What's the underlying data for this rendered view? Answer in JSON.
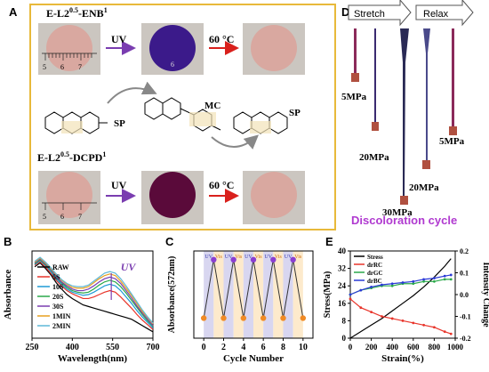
{
  "panel_a": {
    "label": "A",
    "top_sample": "E-L2",
    "top_sup": "0.5",
    "top_suffix": "-ENB",
    "top_sup2": "1",
    "bottom_sample": "E-L2",
    "bottom_sup": "0.5",
    "bottom_suffix": "-DCPD",
    "bottom_sup2": "1",
    "uv": "UV",
    "heat": "60 °C",
    "sp_left": "SP",
    "mc": "MC",
    "sp_right": "SP",
    "ruler_ticks": [
      "5",
      "6",
      "7"
    ],
    "colors": {
      "pink": "#d9a8a0",
      "violet": "#3b1a8a",
      "magenta": "#5a0a3a",
      "frame": "#e8b93a",
      "arrow_uv": "#7a3db0",
      "arrow_heat": "#d9201c"
    }
  },
  "panel_d": {
    "label": "D",
    "stretch": "Stretch",
    "relax": "Relax",
    "stresses": [
      "5MPa",
      "20MPa",
      "30MPa",
      "20MPa",
      "5MPa"
    ],
    "caption": "Discoloration cycle"
  },
  "chart_data": [
    {
      "panel": "B",
      "type": "line",
      "xlabel": "Wavelength(nm)",
      "ylabel": "Absorbance",
      "xlim": [
        250,
        700
      ],
      "x_ticks": [
        "250",
        "400",
        "550",
        "700"
      ],
      "annotation": "UV",
      "legend": "top-left",
      "x": [
        260,
        280,
        300,
        320,
        340,
        360,
        380,
        400,
        420,
        440,
        460,
        480,
        500,
        520,
        540,
        560,
        580,
        600,
        620,
        640,
        660,
        680,
        700
      ],
      "series": [
        {
          "name": "RAW",
          "color": "#000000",
          "values": [
            0.9,
            0.95,
            0.88,
            0.8,
            0.7,
            0.62,
            0.55,
            0.5,
            0.46,
            0.42,
            0.4,
            0.38,
            0.36,
            0.34,
            0.32,
            0.3,
            0.28,
            0.26,
            0.24,
            0.2,
            0.16,
            0.12,
            0.08
          ]
        },
        {
          "name": "5S",
          "color": "#e8342a",
          "values": [
            0.92,
            0.97,
            0.9,
            0.82,
            0.73,
            0.66,
            0.6,
            0.56,
            0.53,
            0.5,
            0.5,
            0.52,
            0.55,
            0.58,
            0.6,
            0.58,
            0.52,
            0.45,
            0.38,
            0.3,
            0.23,
            0.17,
            0.11
          ]
        },
        {
          "name": "10S",
          "color": "#1f9ad6",
          "values": [
            0.93,
            0.98,
            0.92,
            0.84,
            0.75,
            0.68,
            0.62,
            0.58,
            0.56,
            0.54,
            0.55,
            0.58,
            0.62,
            0.66,
            0.68,
            0.66,
            0.6,
            0.52,
            0.44,
            0.35,
            0.27,
            0.2,
            0.13
          ]
        },
        {
          "name": "20S",
          "color": "#2aa84a",
          "values": [
            0.94,
            0.99,
            0.93,
            0.86,
            0.77,
            0.7,
            0.64,
            0.6,
            0.58,
            0.57,
            0.58,
            0.62,
            0.67,
            0.71,
            0.73,
            0.71,
            0.65,
            0.57,
            0.48,
            0.39,
            0.3,
            0.22,
            0.15
          ]
        },
        {
          "name": "30S",
          "color": "#7a3db0",
          "values": [
            0.95,
            1.0,
            0.94,
            0.87,
            0.78,
            0.71,
            0.66,
            0.62,
            0.6,
            0.6,
            0.62,
            0.66,
            0.71,
            0.75,
            0.77,
            0.75,
            0.69,
            0.6,
            0.51,
            0.41,
            0.32,
            0.24,
            0.16
          ]
        },
        {
          "name": "1MIN",
          "color": "#e8a020",
          "values": [
            0.96,
            1.01,
            0.95,
            0.88,
            0.8,
            0.73,
            0.68,
            0.64,
            0.63,
            0.63,
            0.65,
            0.7,
            0.75,
            0.79,
            0.81,
            0.79,
            0.72,
            0.63,
            0.54,
            0.44,
            0.34,
            0.26,
            0.18
          ]
        },
        {
          "name": "2MIN",
          "color": "#5fb8d8",
          "values": [
            0.97,
            1.02,
            0.96,
            0.89,
            0.81,
            0.74,
            0.69,
            0.66,
            0.65,
            0.65,
            0.67,
            0.72,
            0.77,
            0.82,
            0.84,
            0.82,
            0.75,
            0.66,
            0.56,
            0.46,
            0.36,
            0.27,
            0.19
          ]
        }
      ]
    },
    {
      "panel": "C",
      "type": "line",
      "xlabel": "Cycle Number",
      "ylabel": "Absorbance(572nm)",
      "xlim": [
        -1,
        11
      ],
      "x_ticks": [
        "0",
        "2",
        "4",
        "6",
        "8",
        "10"
      ],
      "ylim": [
        0,
        1
      ],
      "band_labels": [
        "UV",
        "Vis"
      ],
      "x": [
        0,
        1,
        2,
        3,
        4,
        5,
        6,
        7,
        8,
        9,
        10
      ],
      "values": [
        0.23,
        0.9,
        0.23,
        0.9,
        0.23,
        0.9,
        0.23,
        0.9,
        0.23,
        0.9,
        0.23
      ],
      "colors": {
        "line": "#333333",
        "high": "#8a3fd0",
        "low": "#f08a24",
        "band_uv": "#d8d6f0",
        "band_vis": "#fdeacc"
      }
    },
    {
      "panel": "E",
      "type": "line",
      "xlabel": "Strain(%)",
      "ylabel": "Stress(MPa)",
      "y2label": "Intensity Change",
      "xlim": [
        0,
        1000
      ],
      "ylim": [
        0,
        40
      ],
      "y2lim": [
        -0.2,
        0.2
      ],
      "x_ticks": [
        "0",
        "200",
        "400",
        "600",
        "800",
        "1000"
      ],
      "y_ticks": [
        "0",
        "8",
        "16",
        "24",
        "32",
        "40"
      ],
      "y2_ticks": [
        "-0.2",
        "-0.1",
        "0.0",
        "0.1",
        "0.2"
      ],
      "legend": "top-left",
      "x": [
        0,
        100,
        200,
        300,
        400,
        500,
        600,
        700,
        800,
        900,
        960
      ],
      "series": [
        {
          "name": "Stress",
          "color": "#000000",
          "axis": "left",
          "values": [
            0,
            3,
            6,
            9,
            12.5,
            16,
            19.5,
            23.5,
            28,
            33,
            36.5
          ]
        },
        {
          "name": "drRC",
          "color": "#e8342a",
          "axis": "right",
          "values": [
            -0.02,
            -0.06,
            -0.08,
            -0.1,
            -0.11,
            -0.12,
            -0.13,
            -0.14,
            -0.15,
            -0.17,
            -0.18
          ]
        },
        {
          "name": "drGC",
          "color": "#2aa84a",
          "axis": "right",
          "values": [
            0.0,
            0.02,
            0.03,
            0.04,
            0.04,
            0.05,
            0.05,
            0.06,
            0.06,
            0.07,
            0.07
          ]
        },
        {
          "name": "drBC",
          "color": "#2a3ad6",
          "axis": "right",
          "values": [
            0.0,
            0.02,
            0.035,
            0.045,
            0.05,
            0.055,
            0.06,
            0.07,
            0.075,
            0.085,
            0.09
          ]
        }
      ]
    }
  ]
}
